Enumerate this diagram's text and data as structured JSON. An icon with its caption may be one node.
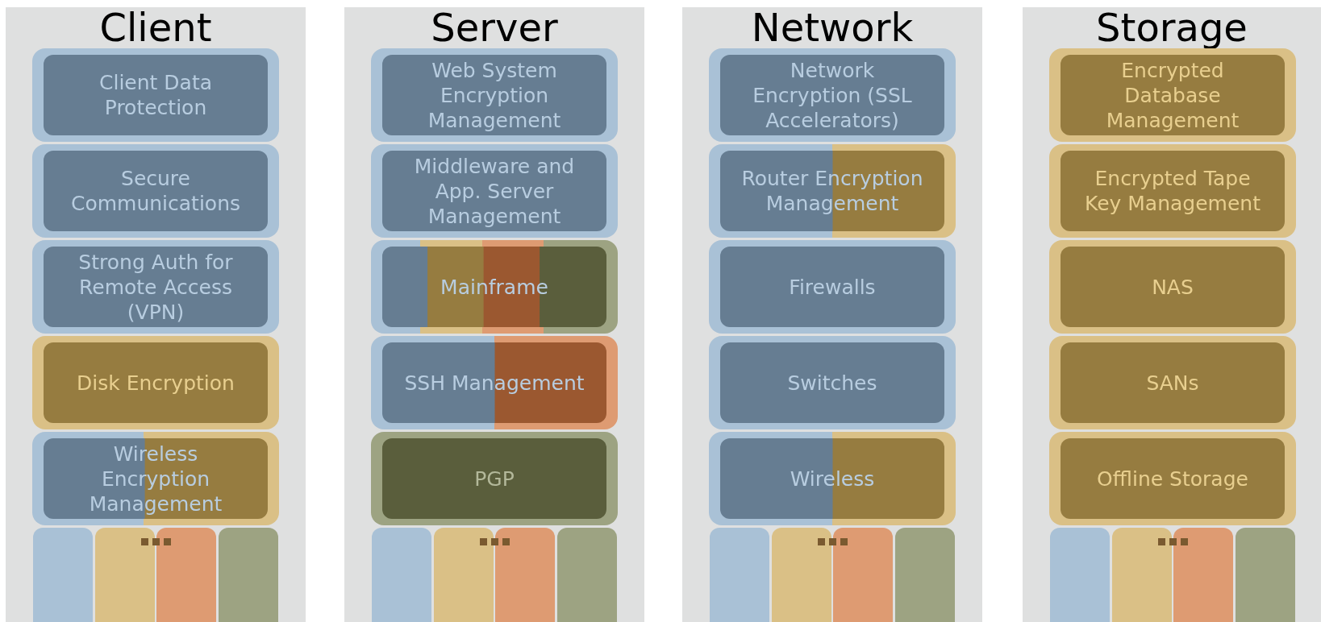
{
  "diagram": {
    "nodes": [
      {
        "text": [
          "Client"
        ]
      },
      {
        "text": [
          "Client Data Protection"
        ],
        "in": 0
      },
      {
        "text": [
          "Secure Communications"
        ],
        "in": 0
      },
      {
        "text": [
          "Strong Auth for Remote Access (VPN)"
        ],
        "in": 0
      },
      {
        "text": [
          "Disk Encryption"
        ],
        "in": 0
      },
      {
        "text": [
          "Wireless Encryption Management"
        ],
        "in": 0
      },
      {
        "text": [],
        "shape": "bar",
        "in": 0
      },
      {
        "text": [],
        "shape": "bar",
        "in": 0
      },
      {
        "text": [],
        "shape": "bar",
        "in": 0
      },
      {
        "text": [],
        "shape": "bar",
        "in": 0
      },
      {
        "text": [
          "Server"
        ]
      },
      {
        "text": [
          "Web System Encryption Management"
        ],
        "in": 10
      },
      {
        "text": [
          "Middleware and App. Server Management"
        ],
        "in": 10
      },
      {
        "text": [
          "Mainframe"
        ],
        "in": 10
      },
      {
        "text": [
          "SSH Management"
        ],
        "in": 10
      },
      {
        "text": [
          "PGP"
        ],
        "in": 10
      },
      {
        "text": [],
        "shape": "bar",
        "in": 10
      },
      {
        "text": [],
        "shape": "bar",
        "in": 10
      },
      {
        "text": [],
        "shape": "bar",
        "in": 10
      },
      {
        "text": [],
        "shape": "bar",
        "in": 10
      },
      {
        "text": [
          "Network"
        ]
      },
      {
        "text": [
          "Network Encryption (SSL Accelerators)"
        ],
        "in": 20
      },
      {
        "text": [
          "Router Encryption Management"
        ],
        "in": 20
      },
      {
        "text": [
          "Firewalls"
        ],
        "in": 20
      },
      {
        "text": [
          "Switches"
        ],
        "in": 20
      },
      {
        "text": [
          "Wireless"
        ],
        "in": 20
      },
      {
        "text": [],
        "shape": "bar",
        "in": 20
      },
      {
        "text": [],
        "shape": "bar",
        "in": 20
      },
      {
        "text": [],
        "shape": "bar",
        "in": 20
      },
      {
        "text": [],
        "shape": "bar",
        "in": 20
      },
      {
        "text": [
          "Storage"
        ]
      },
      {
        "text": [
          "Encrypted Database Management"
        ],
        "in": 30
      },
      {
        "text": [
          "Encrypted Tape Key Management"
        ],
        "in": 30
      },
      {
        "text": [
          "NAS"
        ],
        "in": 30
      },
      {
        "text": [
          "SANs"
        ],
        "in": 30
      },
      {
        "text": [
          "Offline Storage"
        ],
        "in": 30
      },
      {
        "text": [],
        "shape": "bar",
        "in": 30
      },
      {
        "text": [],
        "shape": "bar",
        "in": 30
      },
      {
        "text": [],
        "shape": "bar",
        "in": 30
      },
      {
        "text": [],
        "shape": "bar",
        "in": 30
      }
    ]
  }
}
